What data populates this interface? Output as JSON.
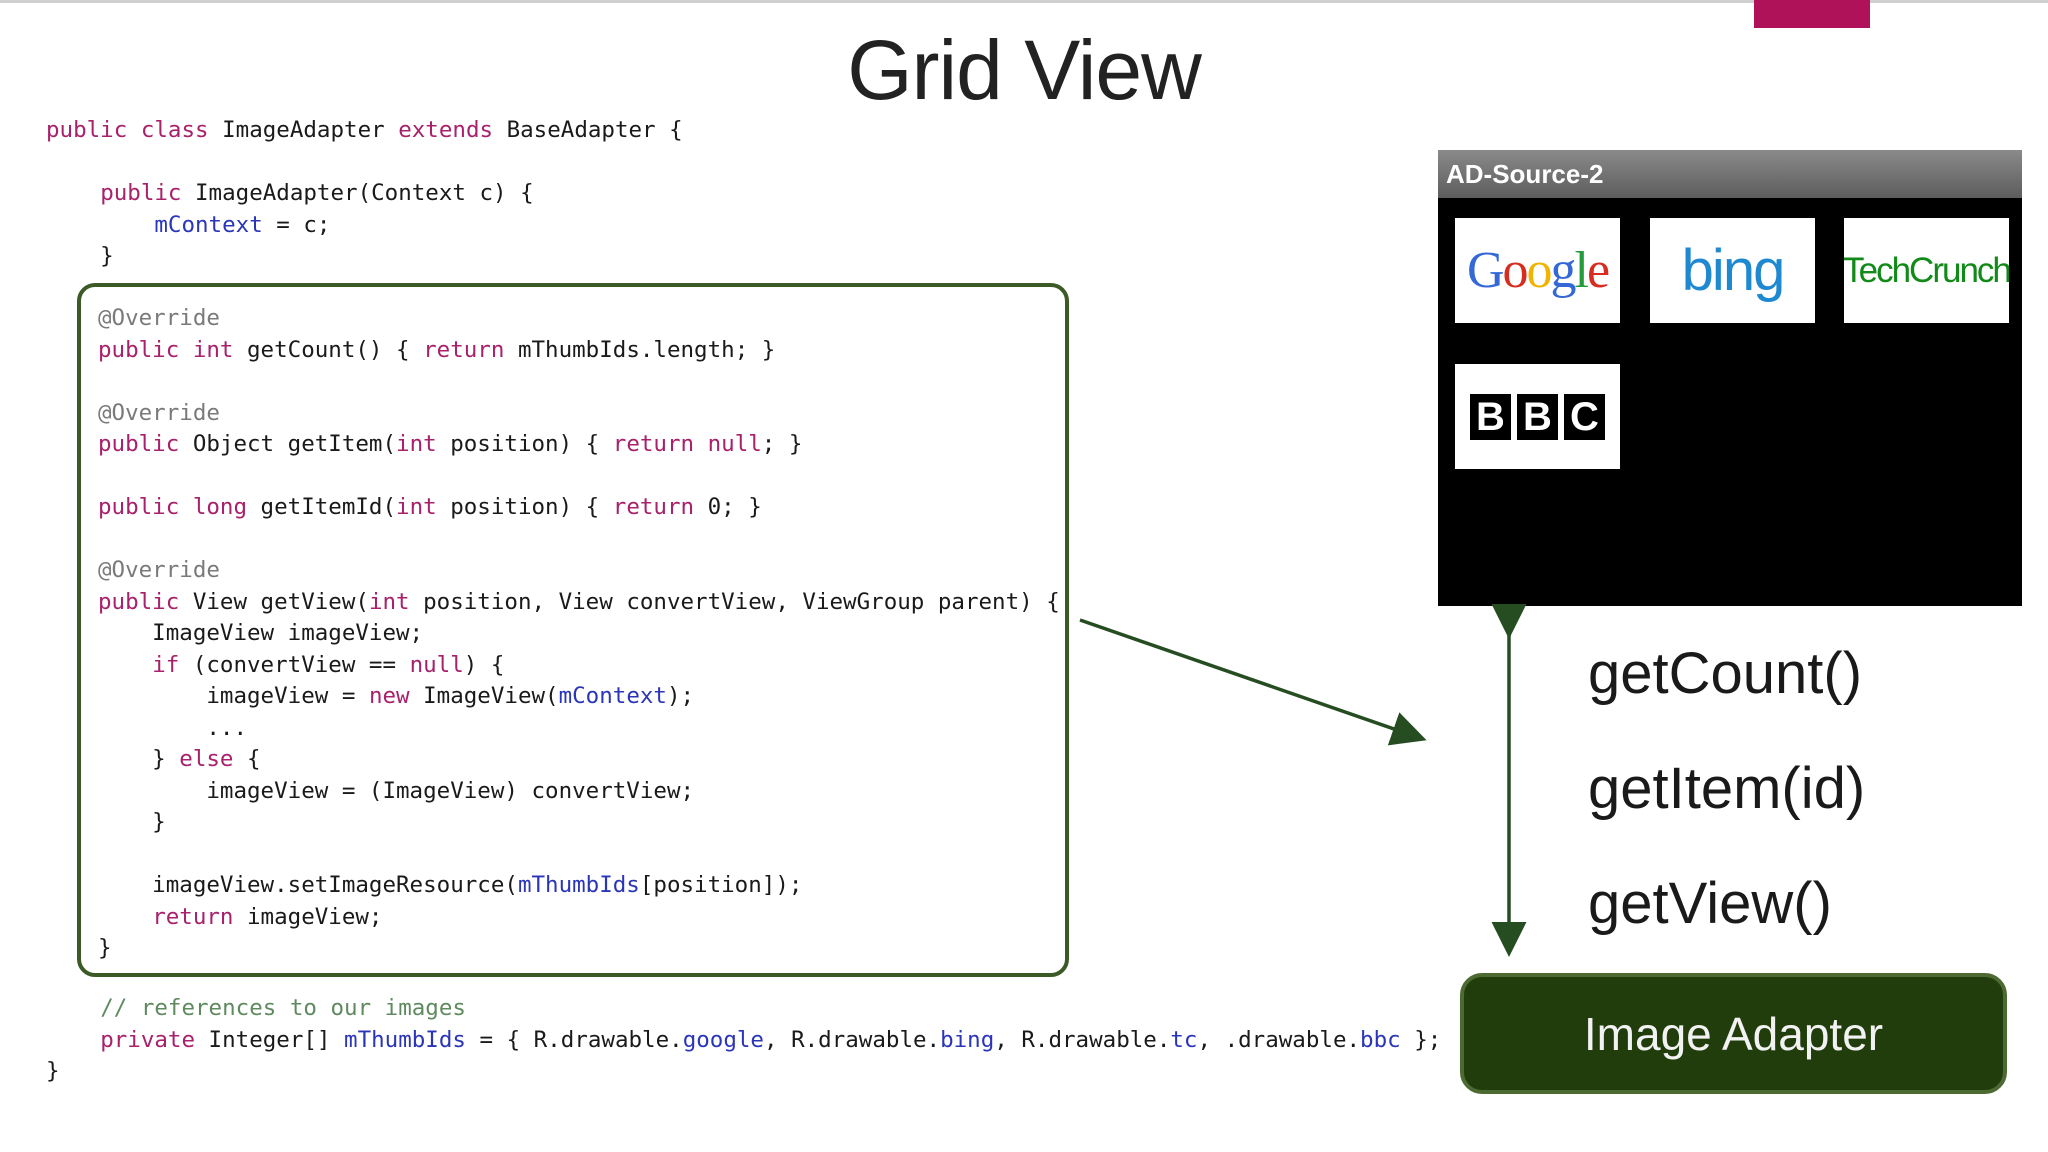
{
  "slide": {
    "title": "Grid View",
    "accent_color": "#b0125a"
  },
  "code": {
    "class_decl": "public class ImageAdapter extends BaseAdapter {",
    "ctor_sig": "    public ImageAdapter(Context c) {",
    "ctor_body": "        mContext = c;",
    "ctor_close": "    }",
    "ann1": "@Override",
    "get_count": "public int getCount() { return mThumbIds.length; }",
    "ann2": "@Override",
    "get_item": "public Object getItem(int position) { return null; }",
    "get_item_id": "public long getItemId(int position) { return 0; }",
    "ann3": "@Override",
    "get_view_sig": "public View getView(int position, View convertView, ViewGroup parent) {",
    "gv_decl": "    ImageView imageView;",
    "gv_if": "    if (convertView == null) {",
    "gv_new": "        imageView = new ImageView(mContext);",
    "gv_ellipsis": "        ...",
    "gv_else": "    } else {",
    "gv_cast": "        imageView = (ImageView) convertView;",
    "gv_close_if": "    }",
    "gv_set": "    imageView.setImageResource(mThumbIds[position]);",
    "gv_return": "    return imageView;",
    "gv_close": "}",
    "comment": "    // references to our images",
    "thumbs": "    private Integer[] mThumbIds = { R.drawable.google, R.drawable.bing, R.drawable.tc, .drawable.bbc };",
    "class_close": "}"
  },
  "phone": {
    "title": "AD-Source-2",
    "tiles": [
      {
        "icon": "google-logo",
        "text": "Google"
      },
      {
        "icon": "bing-logo",
        "text": "bing"
      },
      {
        "icon": "techcrunch-logo",
        "text": "TechCrunch"
      },
      {
        "icon": "bbc-logo",
        "letters": [
          "B",
          "B",
          "C"
        ]
      }
    ]
  },
  "methods": [
    "getCount()",
    "getItem(id)",
    "getView()"
  ],
  "adapter_label": "Image Adapter",
  "colors": {
    "keyword": "#a8216b",
    "field": "#2a35b8",
    "comment": "#5f8a5f",
    "box_border": "#3c5a26",
    "adapter_bg": "#213d0c"
  }
}
